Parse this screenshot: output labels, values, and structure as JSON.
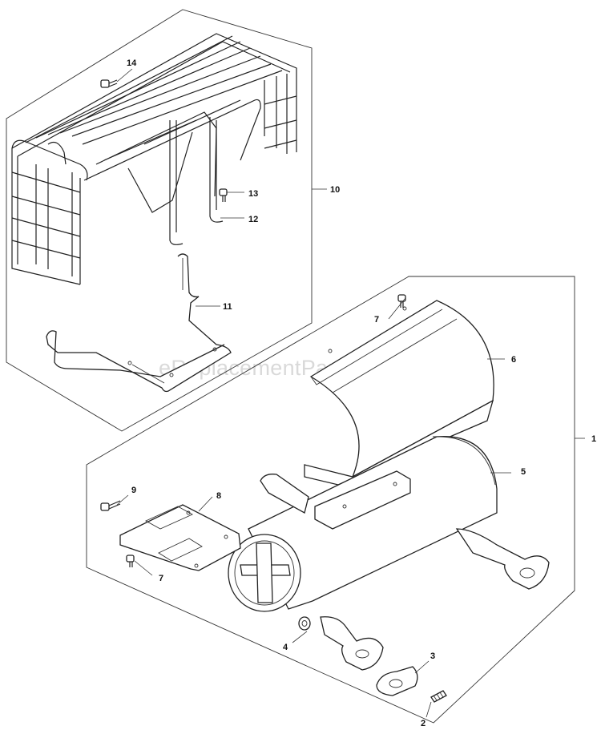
{
  "watermark": "eReplacementParts.com",
  "callouts": {
    "c1": "1",
    "c2": "2",
    "c3": "3",
    "c4": "4",
    "c5": "5",
    "c6": "6",
    "c7a": "7",
    "c7b": "7",
    "c8": "8",
    "c9": "9",
    "c10": "10",
    "c11": "11",
    "c12": "12",
    "c13": "13",
    "c14": "14"
  }
}
